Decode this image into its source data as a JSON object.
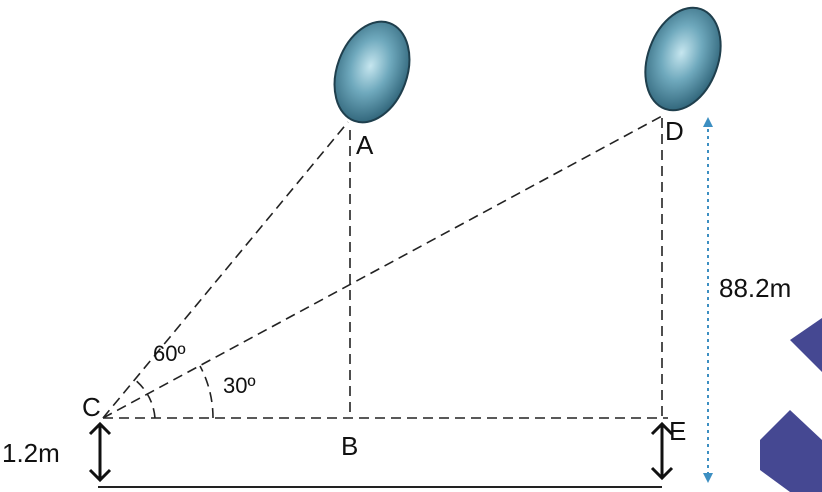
{
  "points": {
    "A": "A",
    "B": "B",
    "C": "C",
    "D": "D",
    "E": "E"
  },
  "angles": {
    "angle_60": "60º",
    "angle_30": "30º"
  },
  "measures": {
    "observer_height": "1.2m",
    "balloon_height": "88.2m"
  },
  "colors": {
    "balloon_dark": "#2b5f74",
    "balloon_light": "#b8dde8",
    "balloon_edge": "#1f3f4d",
    "dimension_blue": "#3d8fc2",
    "watermark": "#3b3e8c"
  }
}
